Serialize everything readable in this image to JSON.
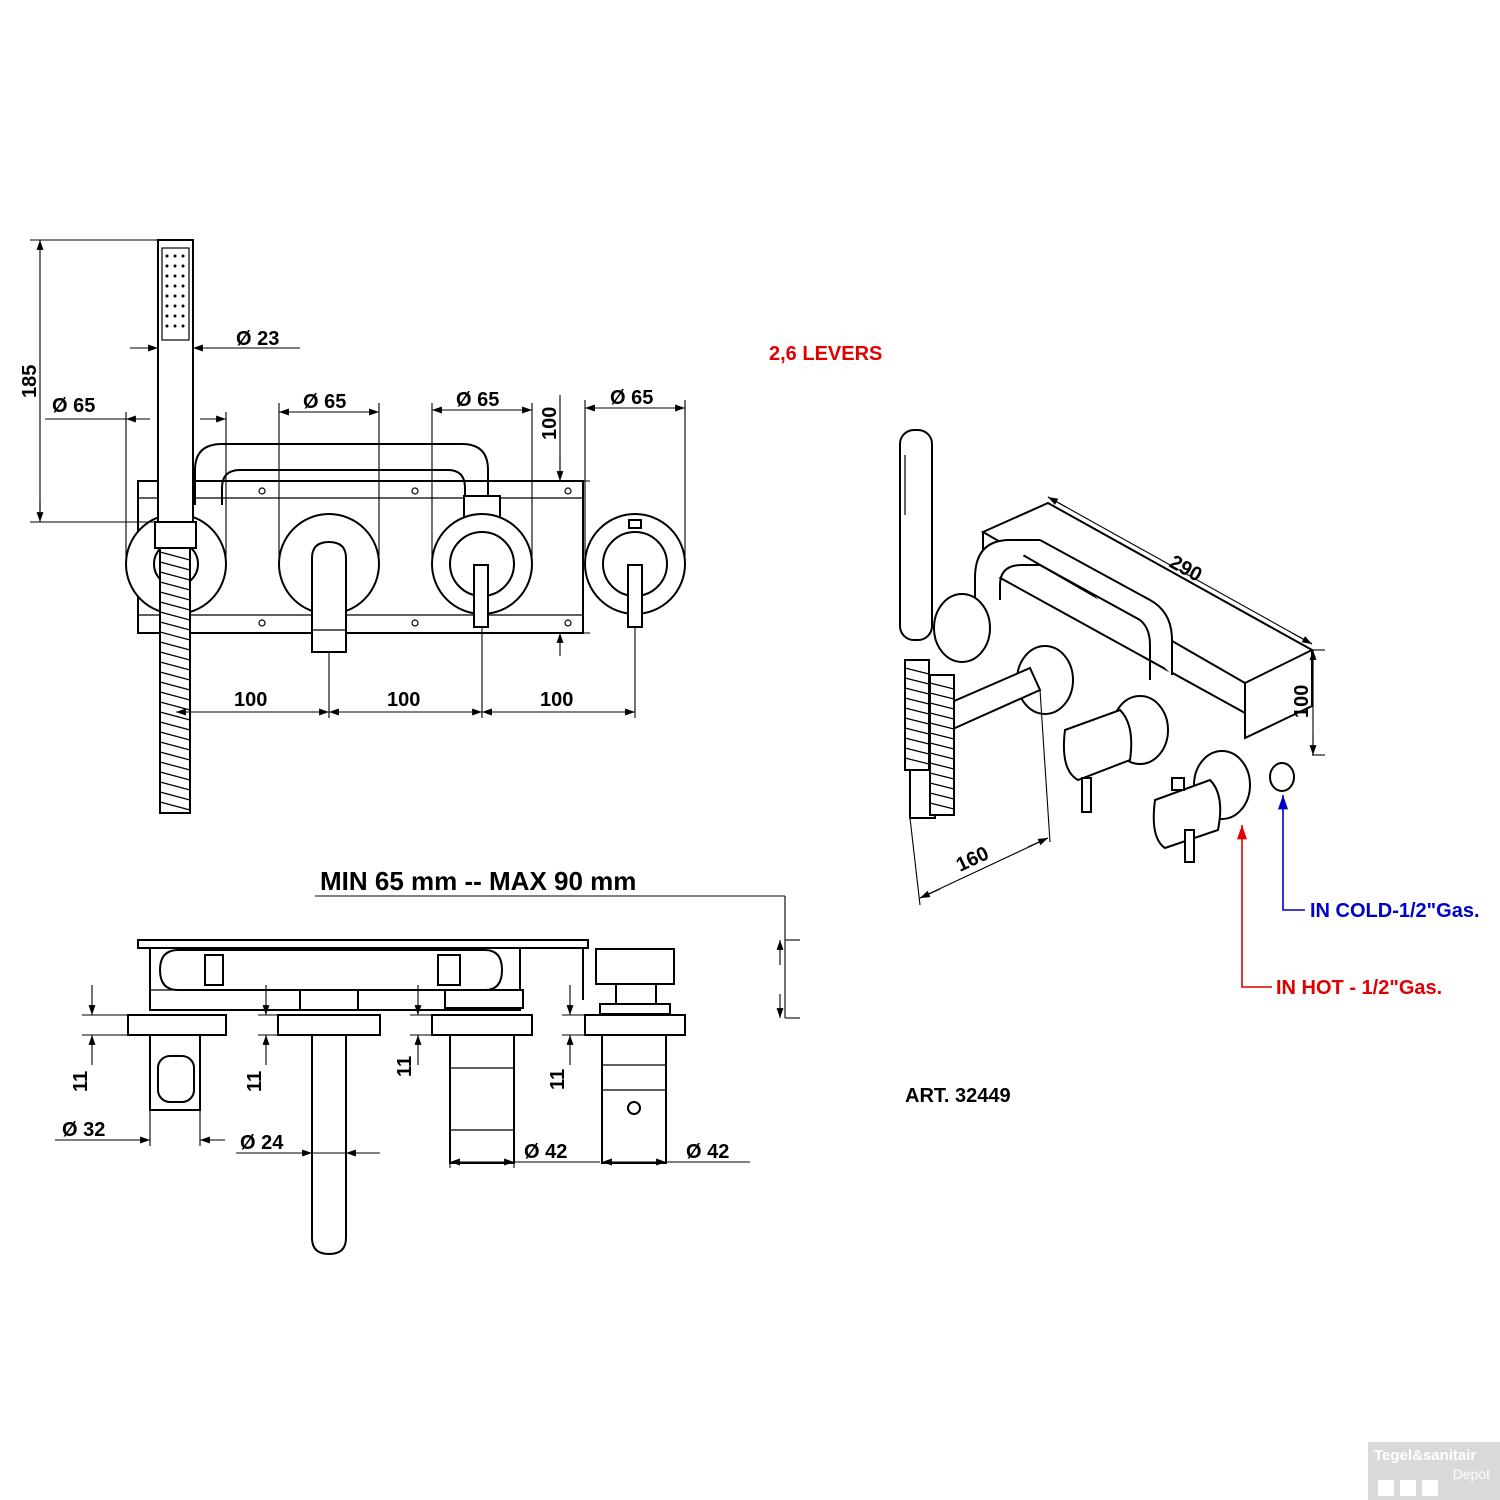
{
  "front_view": {
    "dims": {
      "handshower_diameter": "23",
      "overall_height": "185",
      "rosette_1_diameter": "65",
      "rosette_2_diameter": "65",
      "rosette_3_diameter": "65",
      "rosette_4_diameter": "65",
      "plate_height": "100",
      "spacing_1": "100",
      "spacing_2": "100",
      "spacing_3": "100"
    }
  },
  "section_view": {
    "wall_depth": "MIN 65 mm -- MAX 90 mm",
    "dims": {
      "cover_1": "11",
      "cover_2": "11",
      "cover_3": "11",
      "cover_4": "11",
      "holder_diameter": "32",
      "spout_diameter": "24",
      "handle_1_diameter": "42",
      "handle_2_diameter": "42"
    }
  },
  "iso_view": {
    "title": "2,6 LEVERS",
    "dims": {
      "length": "290",
      "height": "100",
      "spout_projection": "160"
    },
    "inlet_cold": "IN COLD-1/2\"Gas.",
    "inlet_hot": "IN HOT - 1/2\"Gas."
  },
  "article": "ART. 32449",
  "watermark": {
    "line1": "Tegel&sanitair",
    "line2": "Depot"
  },
  "colors": {
    "hot": "#e00000",
    "cold": "#0000cc",
    "lines": "#000000"
  }
}
